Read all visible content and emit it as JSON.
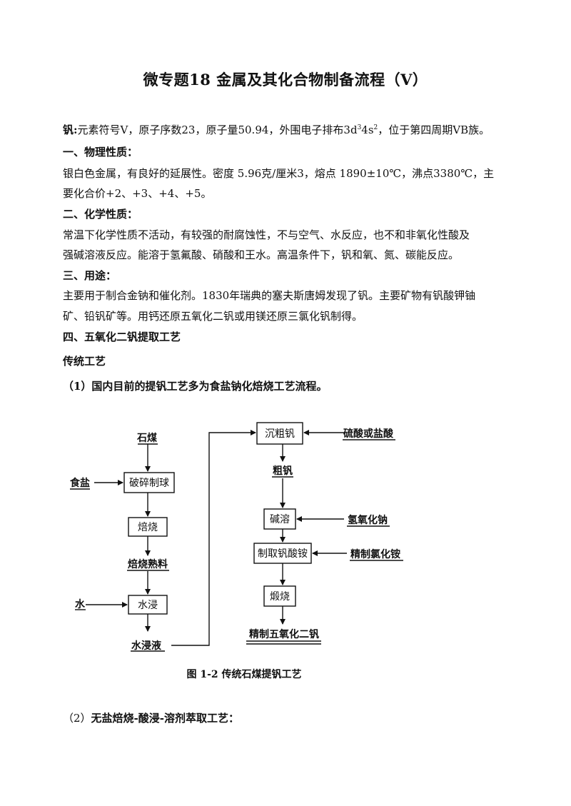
{
  "title": "微专题18 金属及其化合物制备流程（V）",
  "intro": {
    "label": "钒:",
    "text_a": "元素符号V，原子序数23，原子量50.94，外围电子排布3d",
    "sup1": "3",
    "text_b": "4s",
    "sup2": "2",
    "text_c": "，位于第四周期VB族。"
  },
  "sections": {
    "physical_heading": "一、物理性质：",
    "physical_line1": "银白色金属，有良好的延展性。密度 5.96克/厘米3，熔点 1890±10℃，沸点3380℃，主",
    "physical_line2": "要化合价+2、+3、+4、+5。",
    "chemical_heading": "二、化学性质：",
    "chemical_line1": "常温下化学性质不活动，有较强的耐腐蚀性，不与空气、水反应，也不和非氧化性酸及",
    "chemical_line2": "强碱溶液反应。能溶于氢氟酸、硝酸和王水。高温条件下，钒和氧、氮、碳能反应。",
    "uses_heading": "三、用途：",
    "uses_line1": "主要用于制合金钠和催化剂。1830年瑞典的塞夫斯唐姆发现了钒。主要矿物有钒酸钾铀",
    "uses_line2": "矿、铅钒矿等。用钙还原五氧化二钒或用镁还原三氯化钒制得。",
    "extraction_heading": "四、五氧化二钒提取工艺",
    "traditional_heading": "传统工艺",
    "step1": "（1）国内目前的提钒工艺多为食盐钠化焙烧工艺流程。",
    "step2_prefix": "（2）",
    "step2": "无盐焙烧-酸浸-溶剂萃取工艺："
  },
  "diagram": {
    "left": {
      "coal": "石煤",
      "salt": "食盐",
      "crush": "破碎制球",
      "roast": "焙烧",
      "clinker": "焙烧熟料",
      "water": "水",
      "leach": "水浸",
      "leachate": "水浸液"
    },
    "right": {
      "precip": "沉粗钒",
      "acid": "硫酸或盐酸",
      "crude": "粗钒",
      "alkali": "碱溶",
      "naoh": "氢氧化钠",
      "ammonium_vanadate": "制取钒酸铵",
      "nh4cl": "精制氯化铵",
      "calcine": "煅烧",
      "product": "精制五氧化二钒"
    },
    "caption": "图 1-2 传统石煤提钒工艺"
  }
}
